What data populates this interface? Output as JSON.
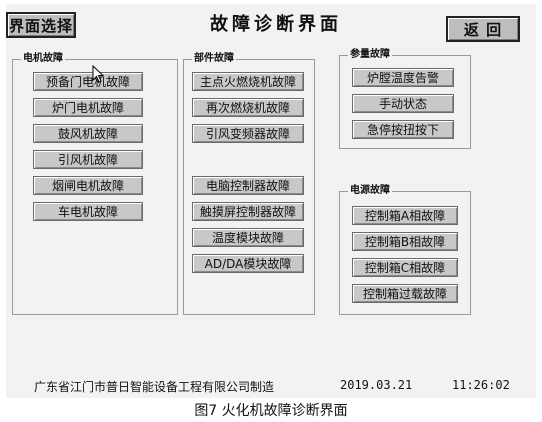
{
  "header": {
    "menu_button": "界面选择",
    "title": "故障诊断界面",
    "back_button": "返 回"
  },
  "groups": {
    "motor": {
      "label": "电机故障",
      "items": [
        "预备门电机故障",
        "炉门电机故障",
        "鼓风机故障",
        "引风机故障",
        "烟闸电机故障",
        "车电机故障"
      ]
    },
    "component": {
      "label": "部件故障",
      "items": [
        "主点火燃烧机故障",
        "再次燃烧机故障",
        "引风变频器故障",
        "电脑控制器故障",
        "触摸屏控制器故障",
        "温度模块故障",
        "AD/DA模块故障"
      ]
    },
    "variable": {
      "label": "参量故障",
      "items": [
        "炉膛温度告警",
        "手动状态",
        "急停按扭按下"
      ]
    },
    "power": {
      "label": "电源故障",
      "items": [
        "控制箱A相故障",
        "控制箱B相故障",
        "控制箱C相故障",
        "控制箱过载故障"
      ]
    }
  },
  "footer": {
    "company": "广东省江门市普日智能设备工程有限公司制造",
    "date": "2019.03.21",
    "time": "11:26:02"
  },
  "caption": "图7  火化机故障诊断界面"
}
